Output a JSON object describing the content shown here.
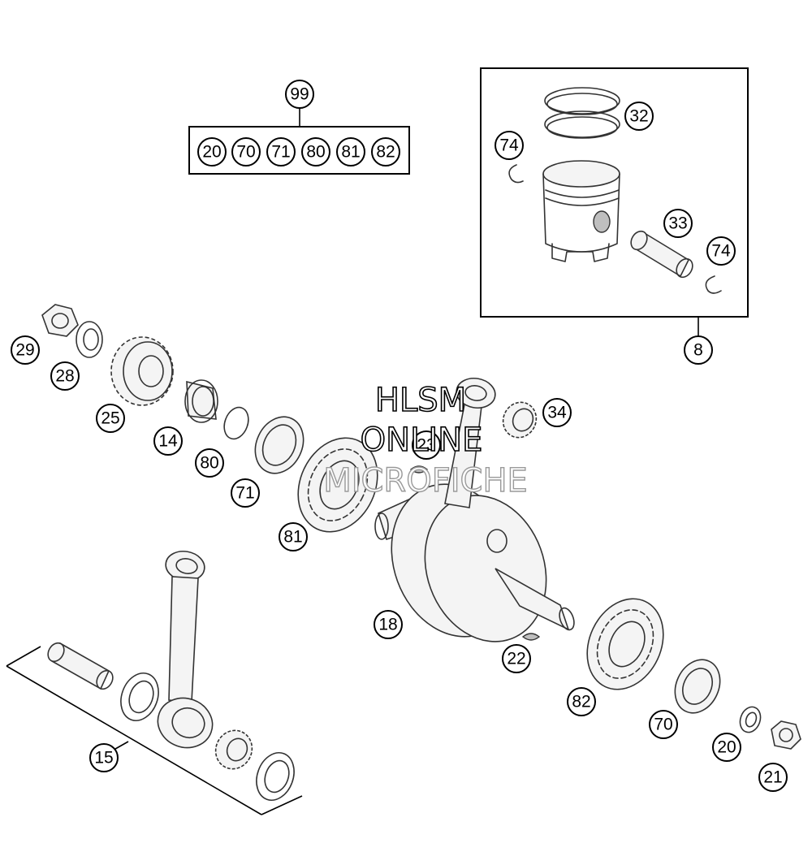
{
  "watermark": {
    "line1": "HLSM",
    "line2": "ONLINE",
    "line3": "MICROFICHE"
  },
  "kit_box": {
    "label": "99",
    "contents": [
      "20",
      "70",
      "71",
      "80",
      "81",
      "82"
    ]
  },
  "piston_box": {
    "label": "8"
  },
  "callouts": {
    "c32": "32",
    "c74a": "74",
    "c33": "33",
    "c74b": "74",
    "c29": "29",
    "c28": "28",
    "c25": "25",
    "c14": "14",
    "c80": "80",
    "c71": "71",
    "c81": "81",
    "c23": "23",
    "c34": "34",
    "c18": "18",
    "c22": "22",
    "c82": "82",
    "c70": "70",
    "c20": "20",
    "c21": "21",
    "c15": "15"
  },
  "icons": {
    "nut": "hex-nut-icon",
    "gear": "gear-icon",
    "bearing": "ball-bearing-icon",
    "crankshaft": "crankshaft-icon",
    "piston": "piston-icon",
    "conrod": "connecting-rod-icon"
  }
}
